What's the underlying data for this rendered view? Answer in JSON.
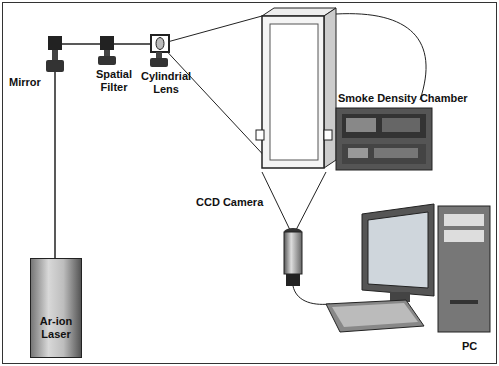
{
  "diagram": {
    "nodes": [
      {
        "text": [
          "Ar-ion Laser"
        ]
      }
    ],
    "labels": [
      "Mirror",
      "Spatial Filter",
      "Cylindrial Lens",
      "Smoke Density Chamber",
      "CCD Camera",
      "PC"
    ]
  }
}
